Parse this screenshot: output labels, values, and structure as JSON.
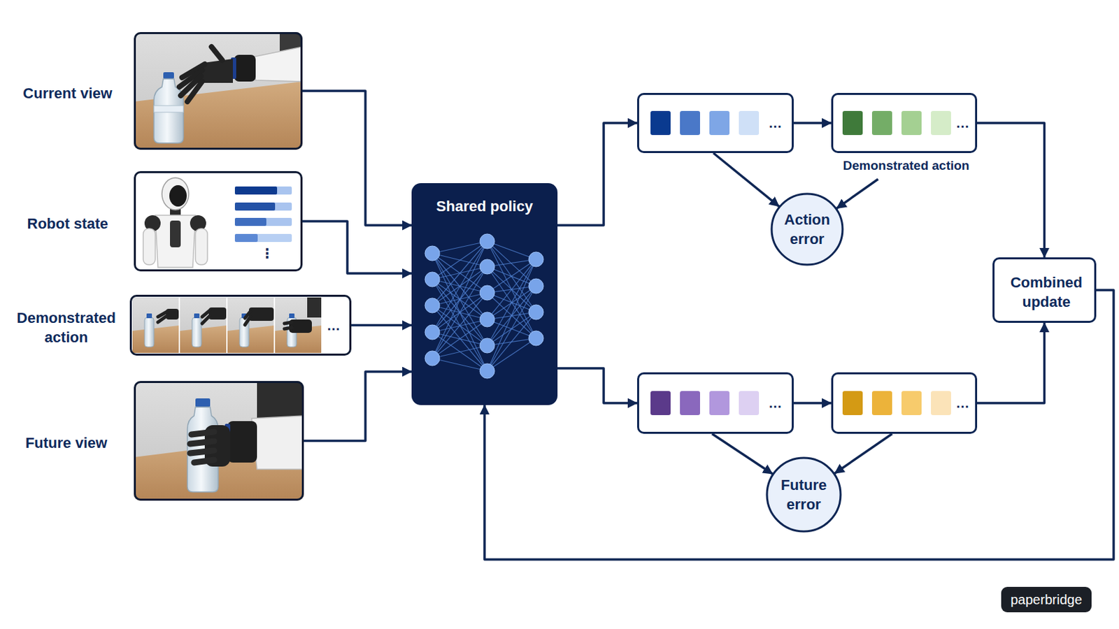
{
  "diagram": {
    "nodes": [
      {
        "text": [
          "Current view"
        ]
      },
      {
        "text": [
          "Robot state",
          "⋮"
        ]
      },
      {
        "text": [
          "Demonstrated action",
          "..."
        ]
      },
      {
        "text": [
          "Future view"
        ]
      },
      {
        "text": [
          "Shared policy"
        ]
      },
      {
        "text": [
          "..."
        ]
      },
      {
        "text": [
          "...",
          "Demonstrated action"
        ]
      },
      {
        "text": [
          "Action error"
        ]
      },
      {
        "text": [
          "..."
        ]
      },
      {
        "text": [
          "..."
        ]
      },
      {
        "text": [
          "Future error"
        ]
      },
      {
        "text": [
          "Combined update"
        ]
      }
    ],
    "edges": [
      {
        "from": 0,
        "to": 4,
        "arrow": "to"
      },
      {
        "from": 1,
        "to": 4,
        "arrow": "to"
      },
      {
        "from": 2,
        "to": 4,
        "arrow": "to"
      },
      {
        "from": 3,
        "to": 4,
        "arrow": "to"
      },
      {
        "from": 4,
        "to": 5,
        "arrow": "to"
      },
      {
        "from": 4,
        "to": 8,
        "arrow": "to"
      },
      {
        "from": 5,
        "to": 6,
        "arrow": "to"
      },
      {
        "from": 8,
        "to": 9,
        "arrow": "to"
      },
      {
        "from": 5,
        "to": 7,
        "arrow": "to"
      },
      {
        "from": 6,
        "to": 7,
        "arrow": "to"
      },
      {
        "from": 8,
        "to": 10,
        "arrow": "to"
      },
      {
        "from": 9,
        "to": 10,
        "arrow": "to"
      },
      {
        "from": 6,
        "to": 11,
        "arrow": "to"
      },
      {
        "from": 9,
        "to": 11,
        "arrow": "to"
      },
      {
        "from": 11,
        "to": 4,
        "arrow": "to"
      }
    ],
    "labels": [
      "paperbridge"
    ]
  }
}
